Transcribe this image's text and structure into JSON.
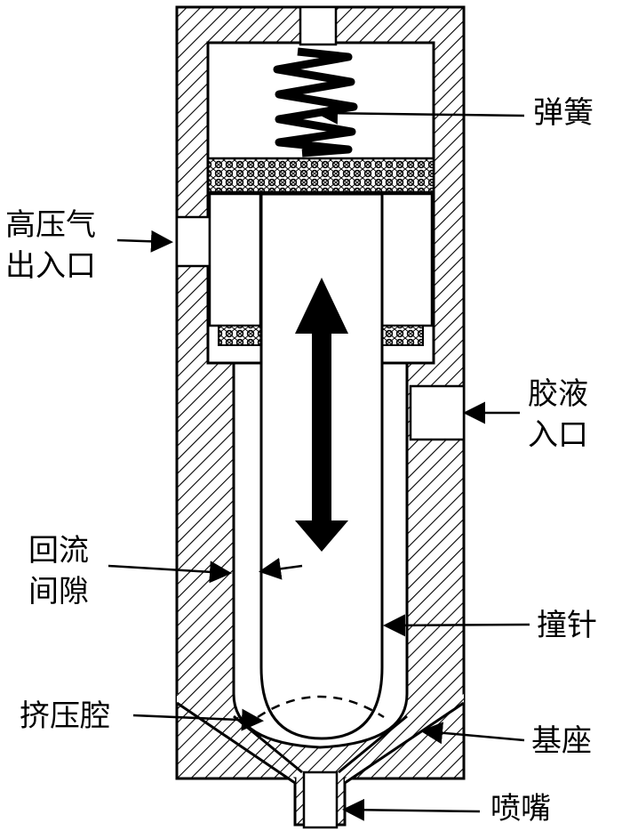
{
  "labels": {
    "spring": "弹簧",
    "gas_outlet": [
      "高压气",
      "出入口"
    ],
    "glue_inlet": [
      "胶液",
      "入口"
    ],
    "return_gap": [
      "回流",
      "间隙"
    ],
    "striker": "撞针",
    "squeeze_chamber": "挤压腔",
    "base": "基座",
    "nozzle": "喷嘴"
  },
  "colors": {
    "stroke": "#000000",
    "fill": "#ffffff",
    "hatch": "#000000"
  }
}
